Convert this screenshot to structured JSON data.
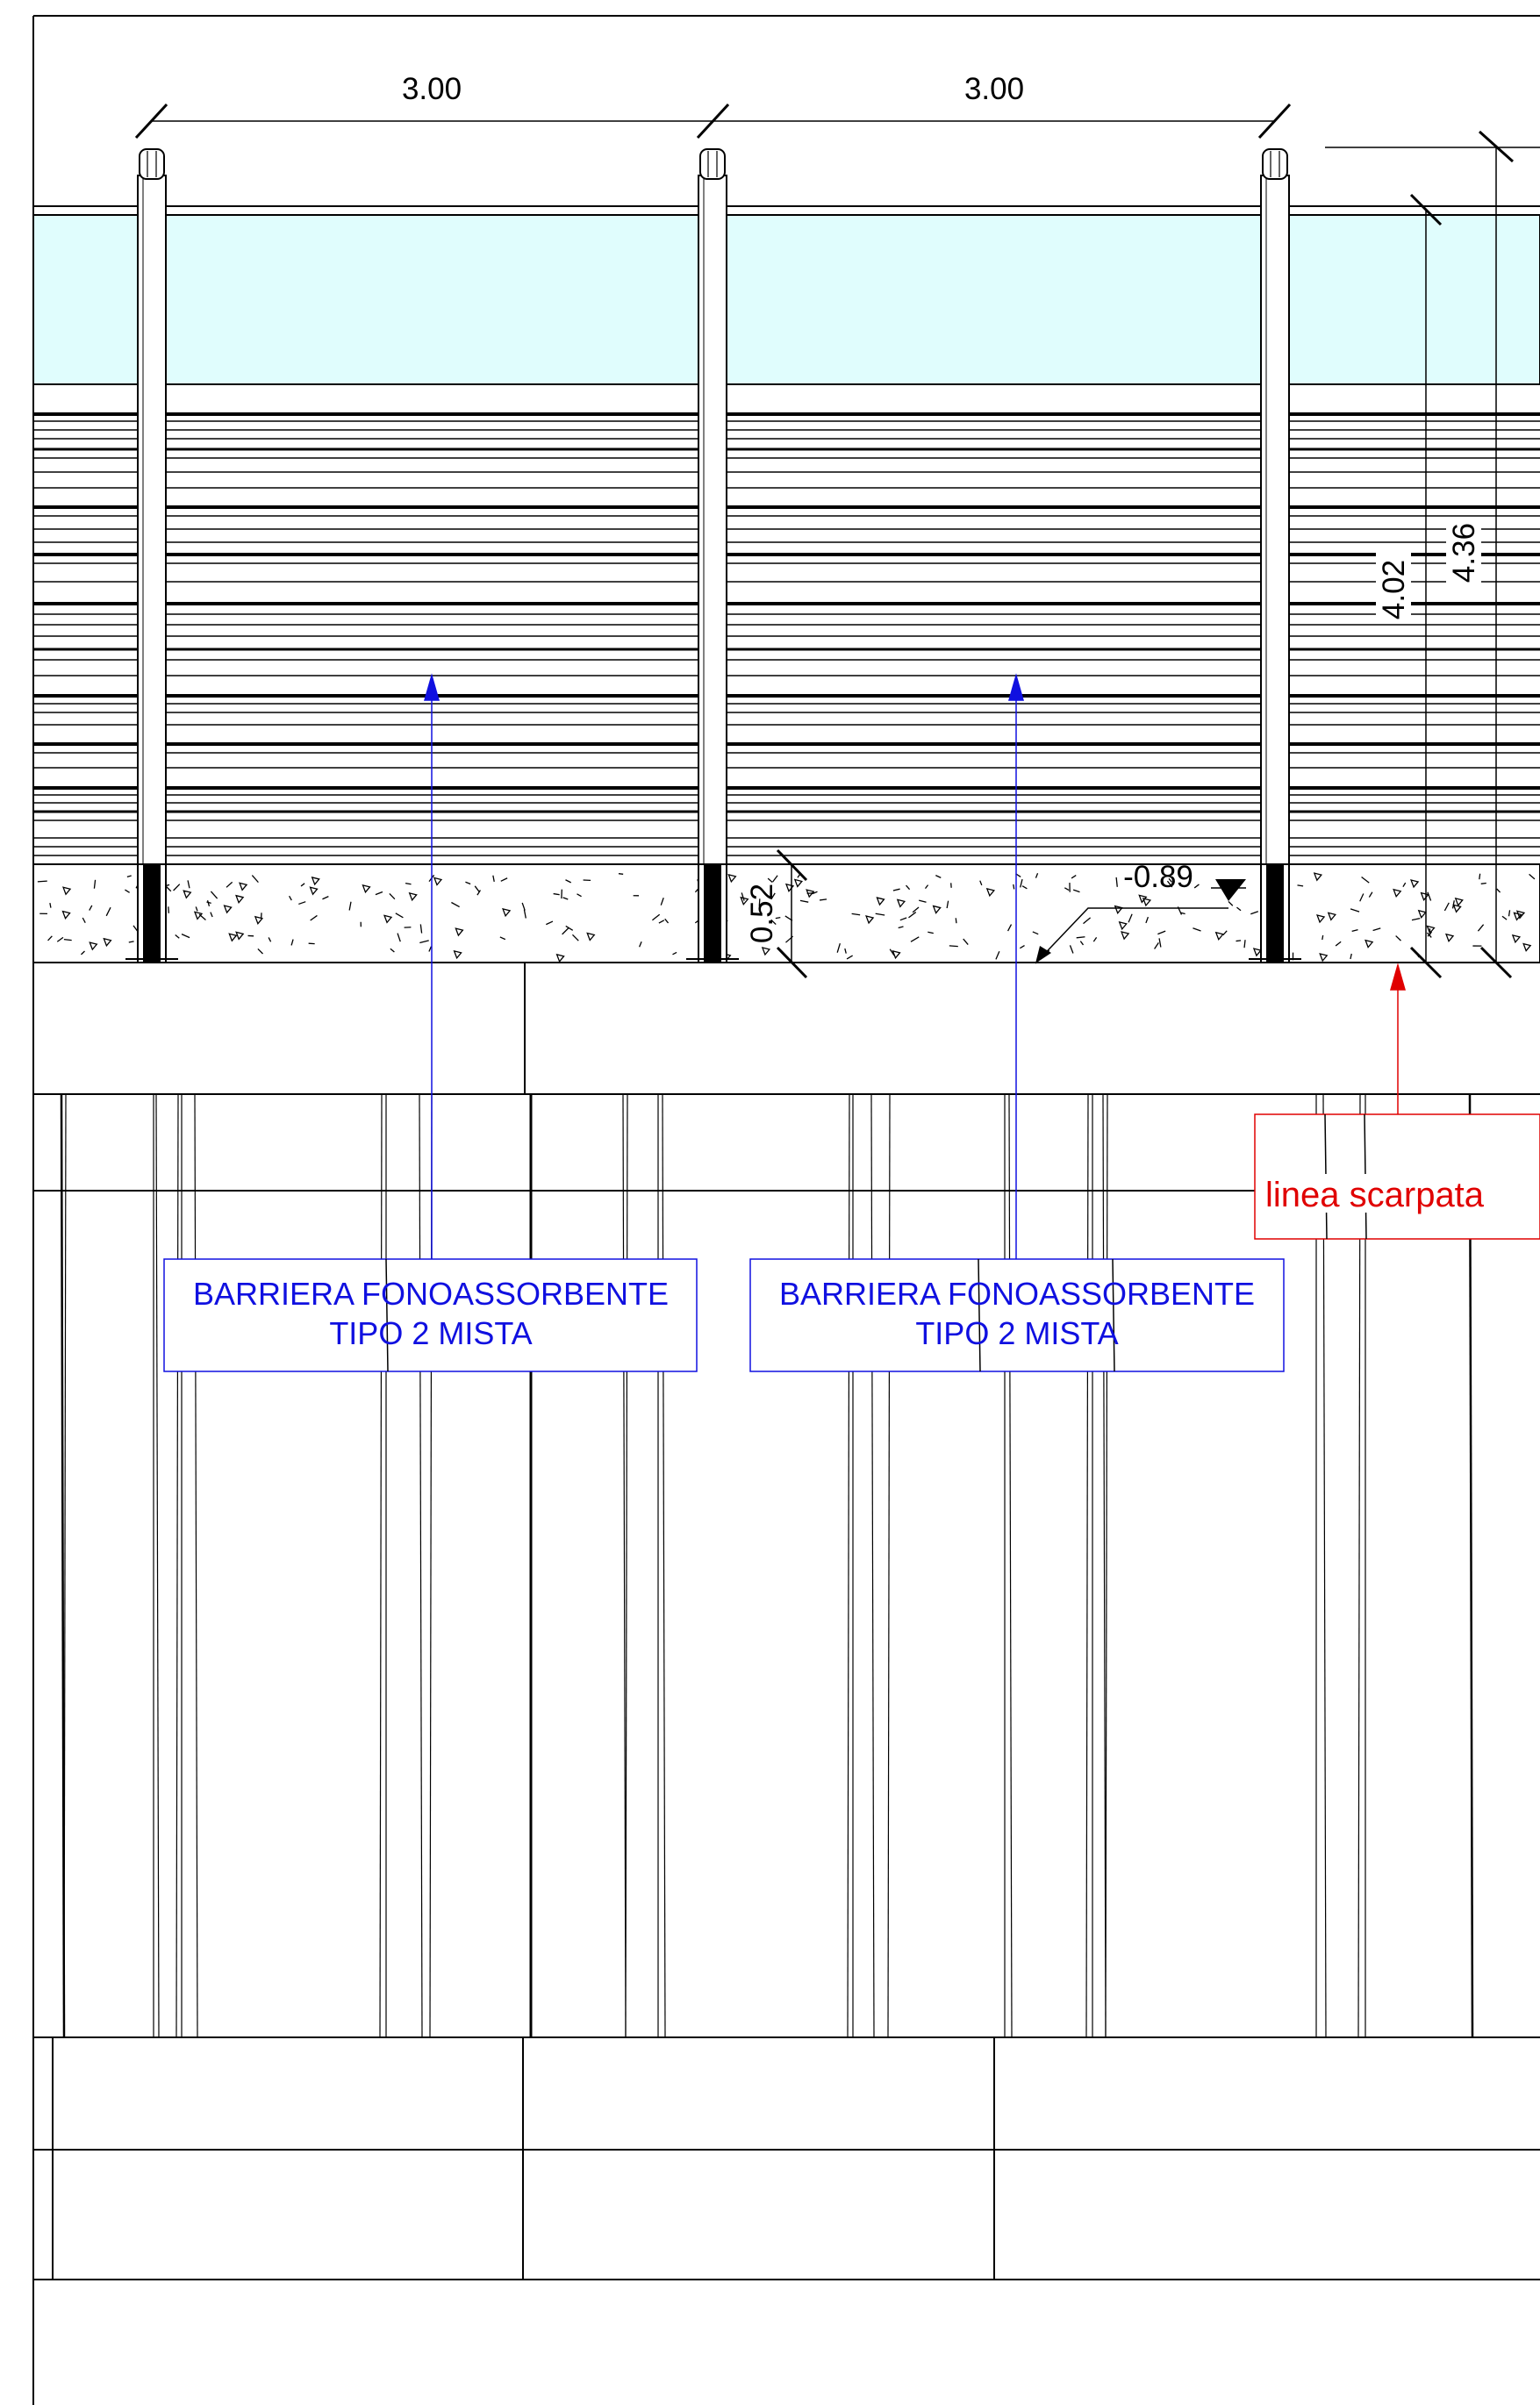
{
  "dimensions": {
    "span_left": "3.00",
    "span_right": "3.00",
    "height_inner": "4.02",
    "height_outer": "4.36",
    "base_height": "0.52",
    "level": "-0.89"
  },
  "labels": {
    "barrier_left": {
      "line1": "BARRIERA FONOASSORBENTE",
      "line2": "TIPO 2 MISTA"
    },
    "barrier_right": {
      "line1": "BARRIERA FONOASSORBENTE",
      "line2": "TIPO 2 MISTA"
    },
    "slope_line": "linea scarpata"
  },
  "colors": {
    "glass": "#e0fdfd",
    "panel_line": "#000000",
    "annotation_blue": "#1010e0",
    "annotation_red": "#e00000"
  }
}
